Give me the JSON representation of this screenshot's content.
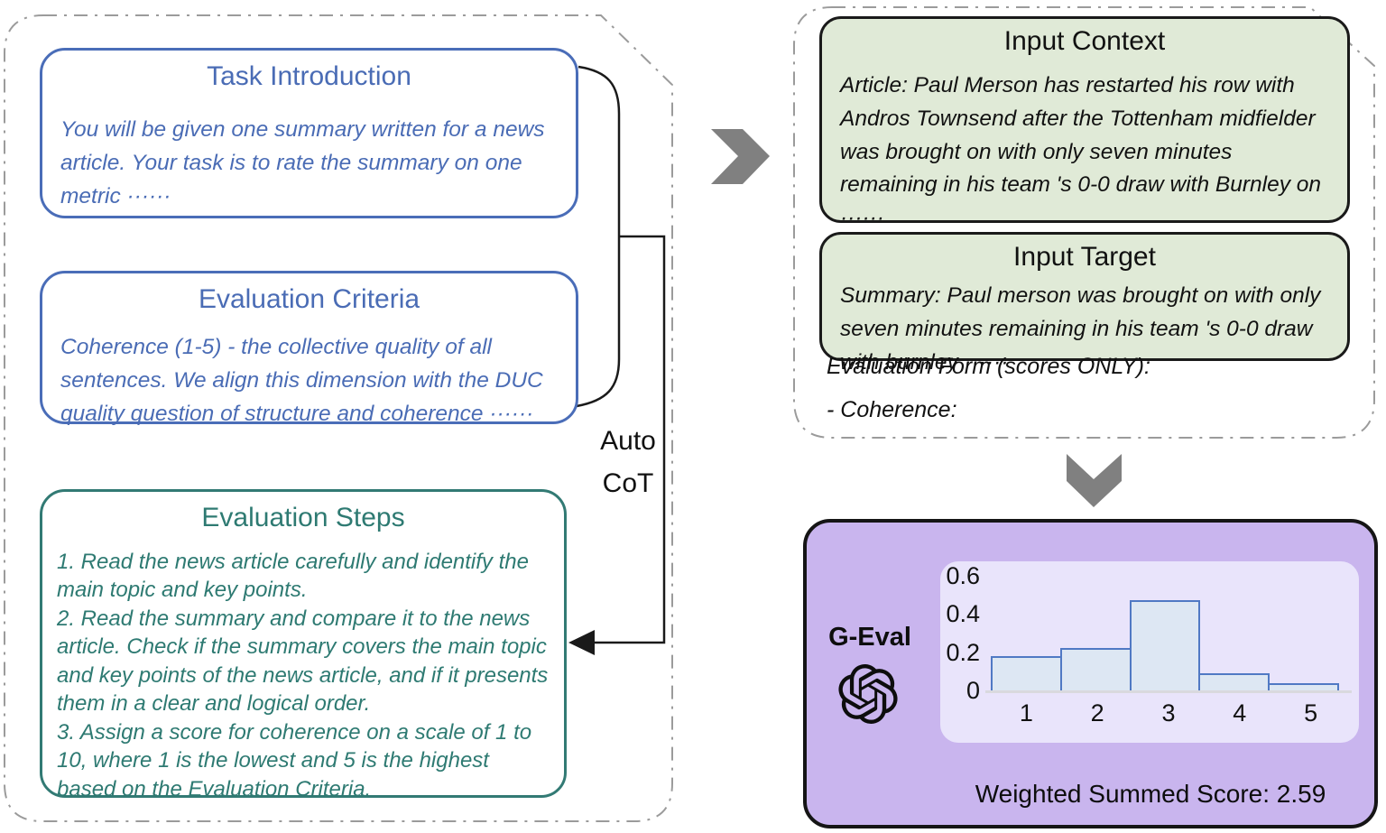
{
  "left_panel": {
    "task_intro": {
      "title": "Task Introduction",
      "body": "You will be given one summary written for a news article. Your task is to rate the summary on one metric ······"
    },
    "eval_criteria": {
      "title": "Evaluation Criteria",
      "body": "Coherence (1-5) -  the collective quality of all sentences. We align this dimension with the DUC quality question of structure and coherence ······"
    },
    "eval_steps": {
      "title": "Evaluation Steps",
      "steps": [
        "1.  Read the news article carefully and identify the main topic and key points.",
        "2.  Read the summary and compare it to the news article. Check if the summary covers the main topic and key points of the news article, and if it presents them in a clear and logical order.",
        "3.  Assign a score for coherence on a scale of 1 to 10, where 1 is the lowest and 5 is the highest based on the Evaluation Criteria."
      ]
    }
  },
  "auto_cot": {
    "line1": "Auto",
    "line2": "CoT"
  },
  "right_panel": {
    "input_context": {
      "title": "Input Context",
      "body": "Article: Paul Merson has restarted his row with Andros Townsend after the Tottenham midfielder was brought on with only seven minutes remaining in his team 's 0-0 draw with Burnley on ······"
    },
    "input_target": {
      "title": "Input Target",
      "body": "Summary: Paul merson was brought on with only seven minutes remaining in his team 's 0-0 draw with burnley ······"
    },
    "evaluation_form": "Evaluation Form (scores ONLY):",
    "coherence_line": "- Coherence:"
  },
  "geval": {
    "label": "G-Eval",
    "logo_icon": "openai-logo",
    "score_caption": "Weighted Summed Score: 2.59"
  },
  "chart_data": {
    "type": "bar",
    "categories": [
      "1",
      "2",
      "3",
      "4",
      "5"
    ],
    "values": [
      0.18,
      0.22,
      0.47,
      0.09,
      0.04
    ],
    "title": "",
    "xlabel": "",
    "ylabel": "",
    "ylim": [
      0,
      0.6
    ],
    "y_ticks": [
      0,
      0.2,
      0.4,
      0.6
    ],
    "grid": false,
    "legend": "none",
    "bar_fill": "#dde7f3",
    "bar_border": "#5079c4",
    "weighted_summed_score": 2.59
  },
  "colors": {
    "blue_accent": "#4a6cb5",
    "teal_accent": "#2e7a72",
    "green_fill": "#e0ead7",
    "purple_fill": "#c9b5ee",
    "panel_fill": "#e9e4fb",
    "arrow_gray": "#808080",
    "dash_border_gray": "#9b9b9b",
    "connector_black": "#1a1a1a"
  }
}
